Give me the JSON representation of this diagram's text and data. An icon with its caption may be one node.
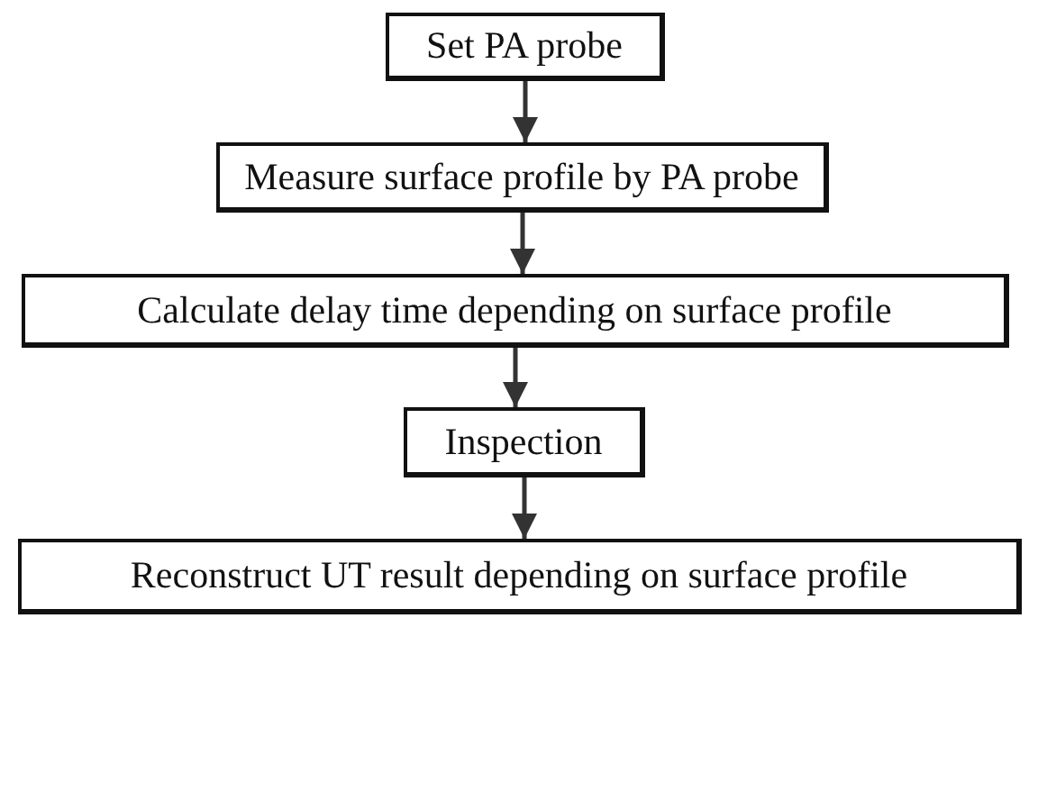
{
  "diagram": {
    "nodes": [
      {
        "text": [
          "Set PA probe"
        ]
      },
      {
        "text": [
          "Measure surface profile by PA probe"
        ]
      },
      {
        "text": [
          "Calculate delay time depending on surface profile"
        ]
      },
      {
        "text": [
          "Inspection"
        ]
      },
      {
        "text": [
          "Reconstruct UT result depending on surface profile"
        ]
      }
    ],
    "edges": [
      {
        "from": 0,
        "to": 1,
        "arrow": "to"
      },
      {
        "from": 1,
        "to": 2,
        "arrow": "to"
      },
      {
        "from": 2,
        "to": 3,
        "arrow": "to"
      },
      {
        "from": 3,
        "to": 4,
        "arrow": "to"
      }
    ]
  }
}
